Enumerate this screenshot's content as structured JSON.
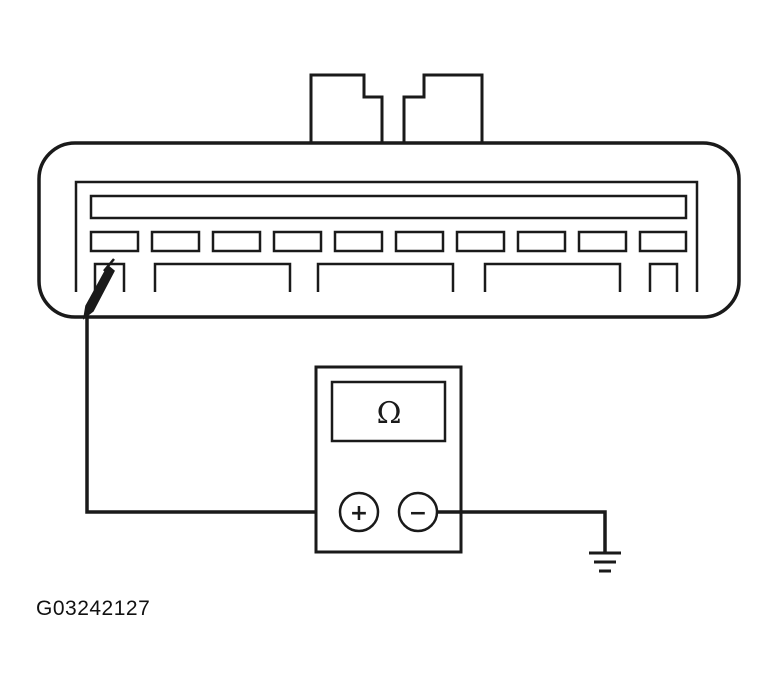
{
  "figure_id": "G03242127",
  "meter": {
    "display": "Ω",
    "positive_terminal": "+",
    "negative_terminal": "−"
  },
  "colors": {
    "line": "#1a1a1a",
    "background": "#ffffff"
  },
  "icons": [
    "connector",
    "probe",
    "ohmmeter",
    "ground-symbol"
  ]
}
